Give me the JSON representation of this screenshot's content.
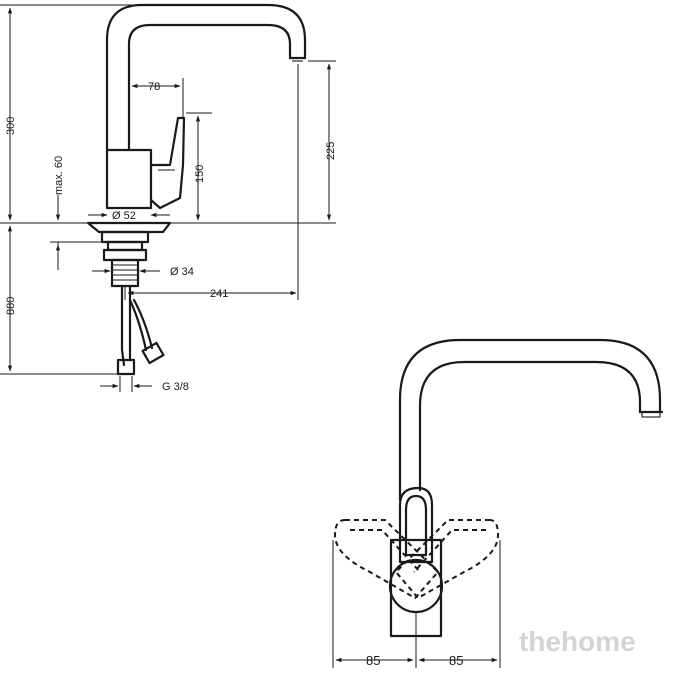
{
  "dimensions": {
    "height_300": "300",
    "max_60": "max. 60",
    "base_dia": "Ø 52",
    "lever_150": "150",
    "lever_78": "78",
    "spout_225": "225",
    "thread_dia": "Ø 34",
    "reach_241": "241",
    "hose_880": "880",
    "connection": "G 3/8",
    "swing_left": "85",
    "swing_right": "85"
  },
  "watermark": "thehome"
}
